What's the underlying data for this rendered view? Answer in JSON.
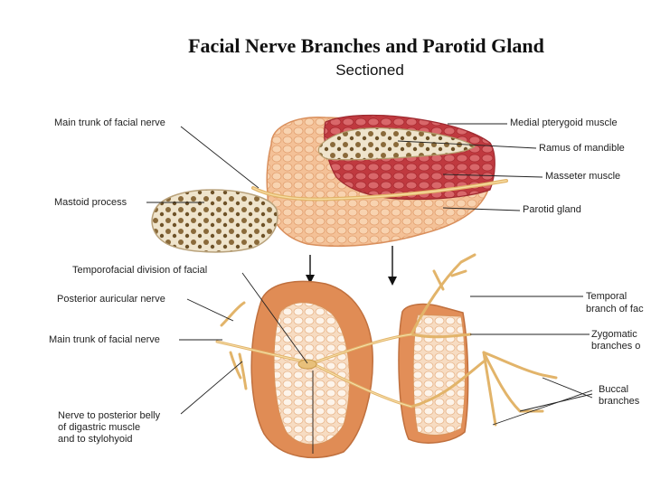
{
  "title": "Facial Nerve Branches and Parotid Gland",
  "subtitle": "Sectioned",
  "labels": {
    "main_trunk_top": "Main trunk of facial nerve",
    "mastoid_process": "Mastoid process",
    "medial_pterygoid": "Medial pterygoid muscle",
    "ramus_mandible": "Ramus of mandible",
    "masseter": "Masseter muscle",
    "parotid_gland": "Parotid gland",
    "temporofacial": "Temporofacial division of facial",
    "posterior_auricular": "Posterior auricular nerve",
    "main_trunk_bottom": "Main trunk of facial nerve",
    "digastric_line1": "Nerve to posterior belly",
    "digastric_line2": "of digastric  muscle",
    "digastric_line3": "and to stylohyoid",
    "temporal_line1": "Temporal",
    "temporal_line2": "branch of fac",
    "zygomatic_line1": "Zygomatic",
    "zygomatic_line2": "branches o",
    "buccal_line1": "Buccal",
    "buccal_line2": "branches"
  },
  "colors": {
    "gland": "#f2b98a",
    "gland_dark": "#e08f58",
    "muscle": "#c9454a",
    "bone": "#efe4cc",
    "nerve": "#e9c27a"
  }
}
